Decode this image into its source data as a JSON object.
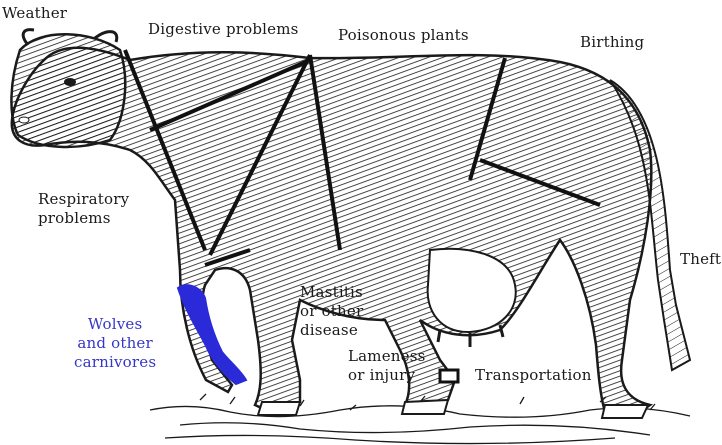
{
  "labels": {
    "weather": "Weather",
    "digestive": "Digestive problems",
    "poisonous": "Poisonous plants",
    "birthing": "Birthing",
    "respiratory": [
      "Respiratory",
      "problems"
    ],
    "theft": "Theft",
    "mastitis": [
      "Mastitis",
      "or other",
      "disease"
    ],
    "wolves": [
      "Wolves",
      "and other",
      "carnivores"
    ],
    "lameness": [
      "Lameness",
      "or injury"
    ],
    "transportation": "Transportation"
  },
  "colors": {
    "ink": "#1a1a1a",
    "highlight": "#2a2ad8",
    "highlight_text": "#3636c8"
  }
}
